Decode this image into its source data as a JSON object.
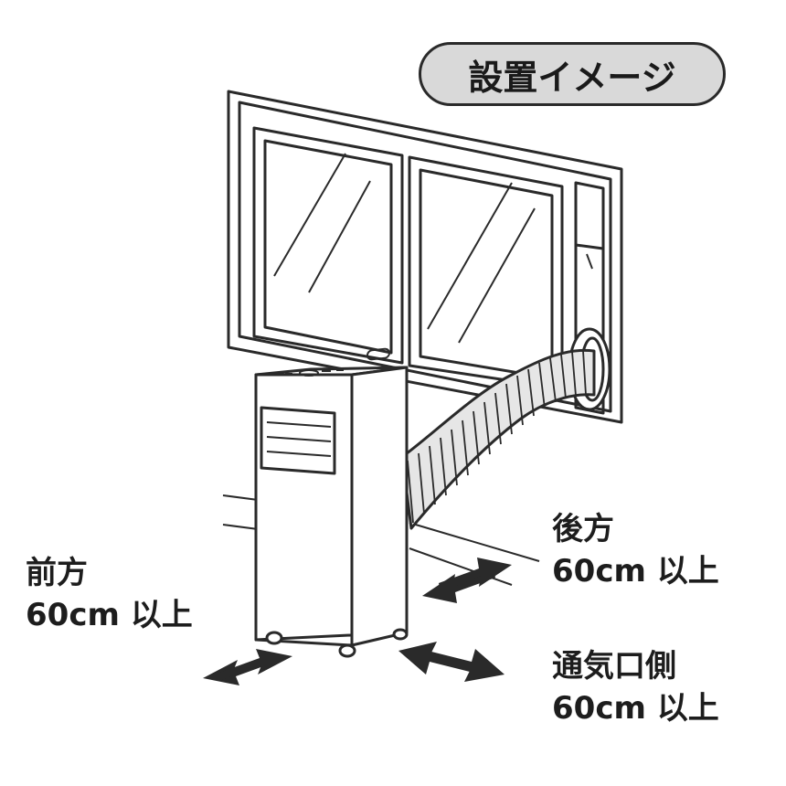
{
  "title": "設置イメージ",
  "labels": {
    "front": {
      "direction": "前方",
      "clearance": "60cm 以上"
    },
    "back": {
      "direction": "後方",
      "clearance": "60cm 以上"
    },
    "vent_side": {
      "direction": "通気口側",
      "clearance": "60cm 以上"
    }
  },
  "colors": {
    "line": "#2a2a2a",
    "title_fill": "#d9d9d9",
    "hose": "#e6e6e6"
  }
}
